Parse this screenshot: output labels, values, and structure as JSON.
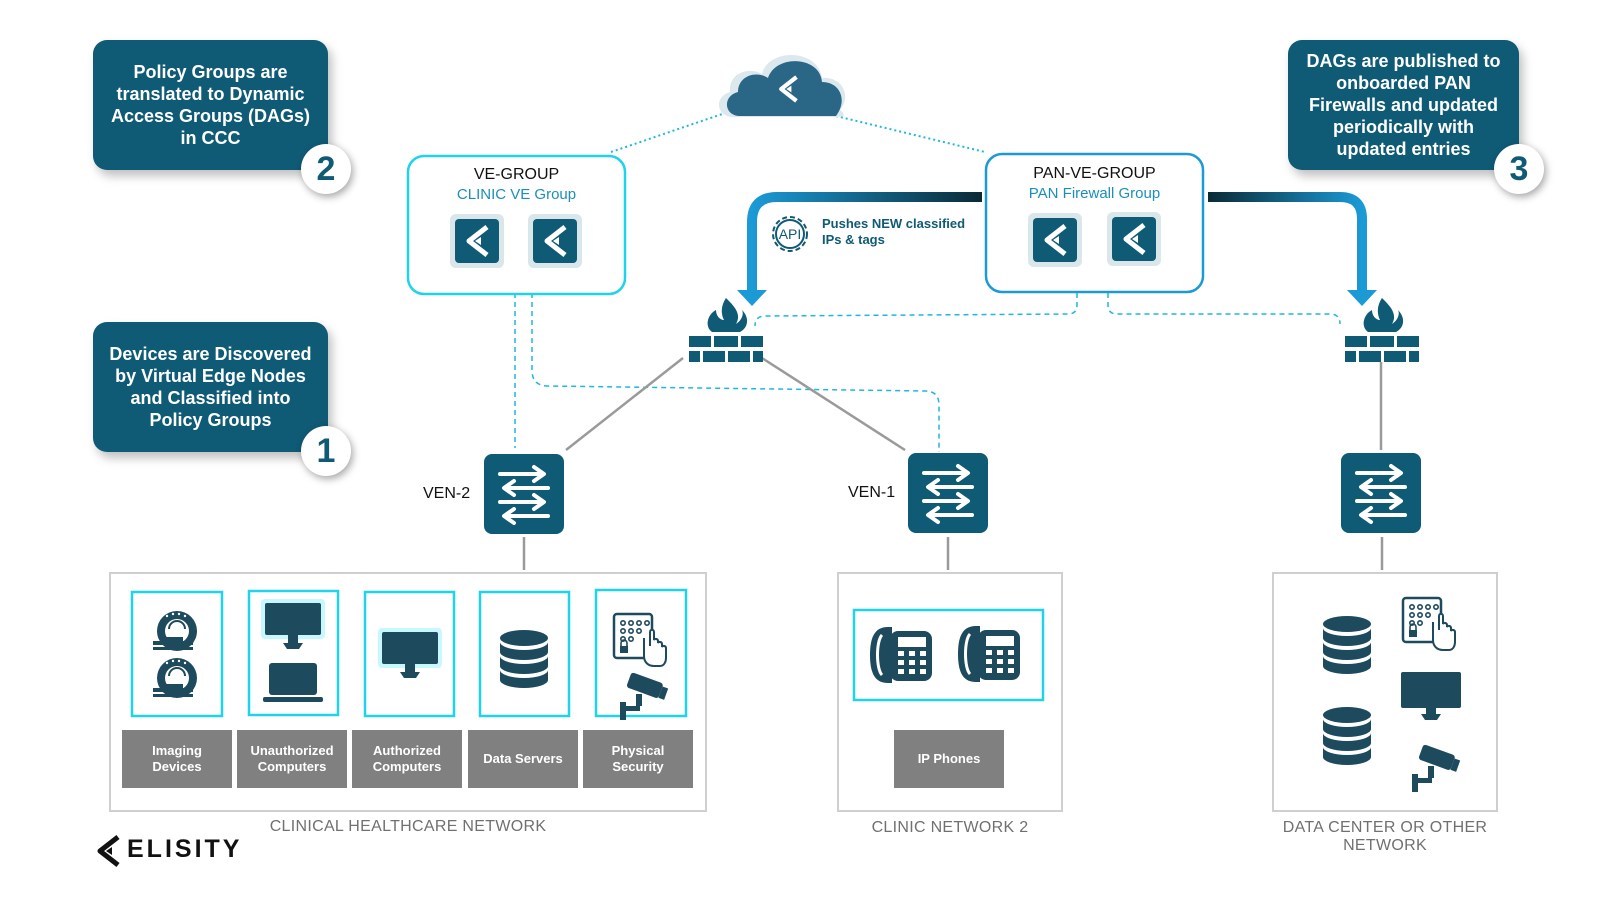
{
  "callouts": [
    {
      "text": "Policy Groups are translated to Dynamic Access Groups (DAGs) in CCC",
      "number": "2"
    },
    {
      "text": "DAGs are published to onboarded PAN Firewalls and updated periodically with updated entries",
      "number": "3"
    },
    {
      "text": "Devices are Discovered by Virtual Edge Nodes and Classified into Policy Groups",
      "number": "1"
    }
  ],
  "groups": {
    "ve": {
      "title": "VE-GROUP",
      "subtitle": "CLINIC VE Group"
    },
    "pan": {
      "title": "PAN-VE-GROUP",
      "subtitle": "PAN Firewall Group"
    }
  },
  "api": {
    "icon": "api-gear-icon",
    "text_line1": "Pushes NEW classified",
    "text_line2": "IPs & tags"
  },
  "switches": {
    "ven2": "VEN-2",
    "ven1": "VEN-1"
  },
  "devices": {
    "imaging": {
      "line1": "Imaging",
      "line2": "Devices"
    },
    "unauthorized": {
      "line1": "Unauthorized",
      "line2": "Computers"
    },
    "authorized": {
      "line1": "Authorized",
      "line2": "Computers"
    },
    "servers": {
      "line1": "Data Servers",
      "line2": ""
    },
    "security": {
      "line1": "Physical",
      "line2": "Security"
    },
    "phones": {
      "line1": "IP Phones",
      "line2": ""
    }
  },
  "networks": {
    "clinical": "CLINICAL HEALTHCARE NETWORK",
    "clinic2": "CLINIC NETWORK 2",
    "datacenter_line1": "DATA CENTER OR OTHER",
    "datacenter_line2": "NETWORK"
  },
  "logo": {
    "text": "ELISITY"
  },
  "colors": {
    "primary": "#0f5a75",
    "accent": "#1fd3ec",
    "arrow": "#1b9ad6",
    "label_bg": "#808080"
  }
}
